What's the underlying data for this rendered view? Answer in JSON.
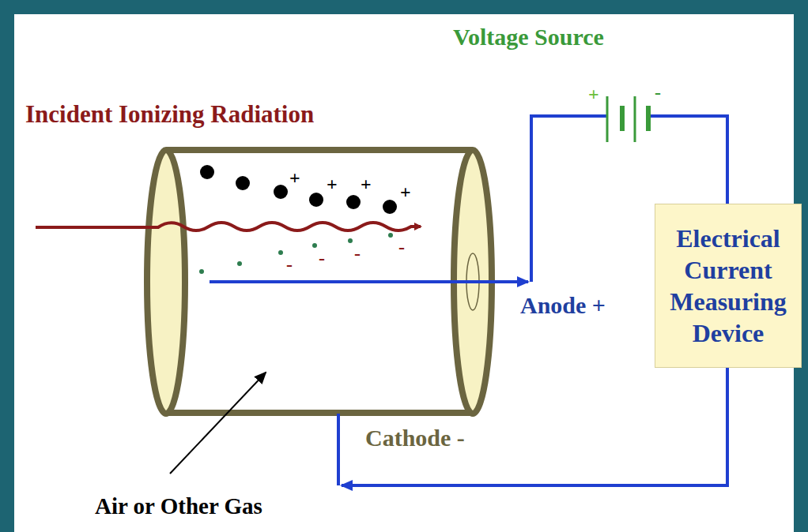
{
  "diagram": {
    "nodes": [
      {
        "text": [
          "Electrical Current Measuring Device"
        ]
      }
    ],
    "labels": [
      "Voltage Source",
      "+",
      "-",
      "Incident Ionizing Radiation",
      "+",
      "+",
      "+",
      "+",
      "-",
      "-",
      "-",
      "-",
      "Anode +",
      "Cathode -",
      "Air or Other Gas"
    ]
  }
}
